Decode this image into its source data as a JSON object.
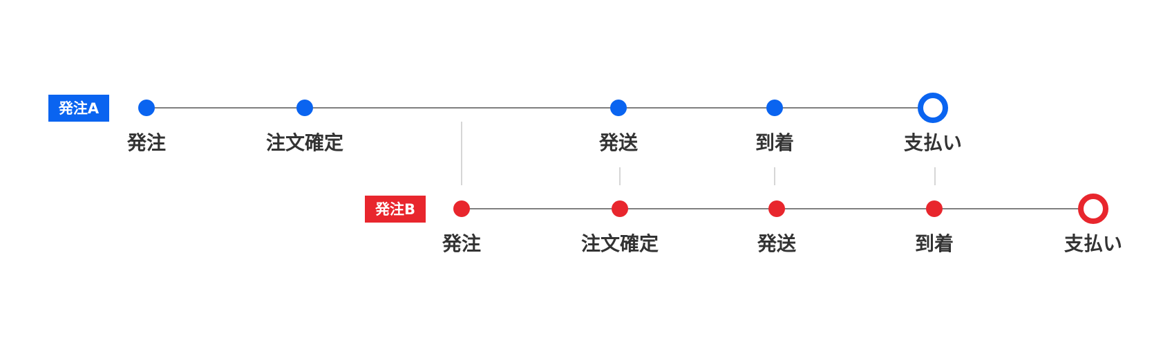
{
  "colors": {
    "order_a": "#0a64f0",
    "order_b": "#e8262d",
    "line": "#555555",
    "connector": "#c8c8c8",
    "text": "#333333"
  },
  "timelines": [
    {
      "id": "order-a",
      "badge": "発注A",
      "color": "#0a64f0",
      "steps": [
        {
          "label": "発注",
          "type": "dot"
        },
        {
          "label": "注文確定",
          "type": "dot"
        },
        {
          "label": "発送",
          "type": "dot"
        },
        {
          "label": "到着",
          "type": "dot"
        },
        {
          "label": "支払い",
          "type": "ring"
        }
      ]
    },
    {
      "id": "order-b",
      "badge": "発注B",
      "color": "#e8262d",
      "steps": [
        {
          "label": "発注",
          "type": "dot"
        },
        {
          "label": "注文確定",
          "type": "dot"
        },
        {
          "label": "発送",
          "type": "dot"
        },
        {
          "label": "到着",
          "type": "dot"
        },
        {
          "label": "支払い",
          "type": "ring"
        }
      ]
    }
  ]
}
